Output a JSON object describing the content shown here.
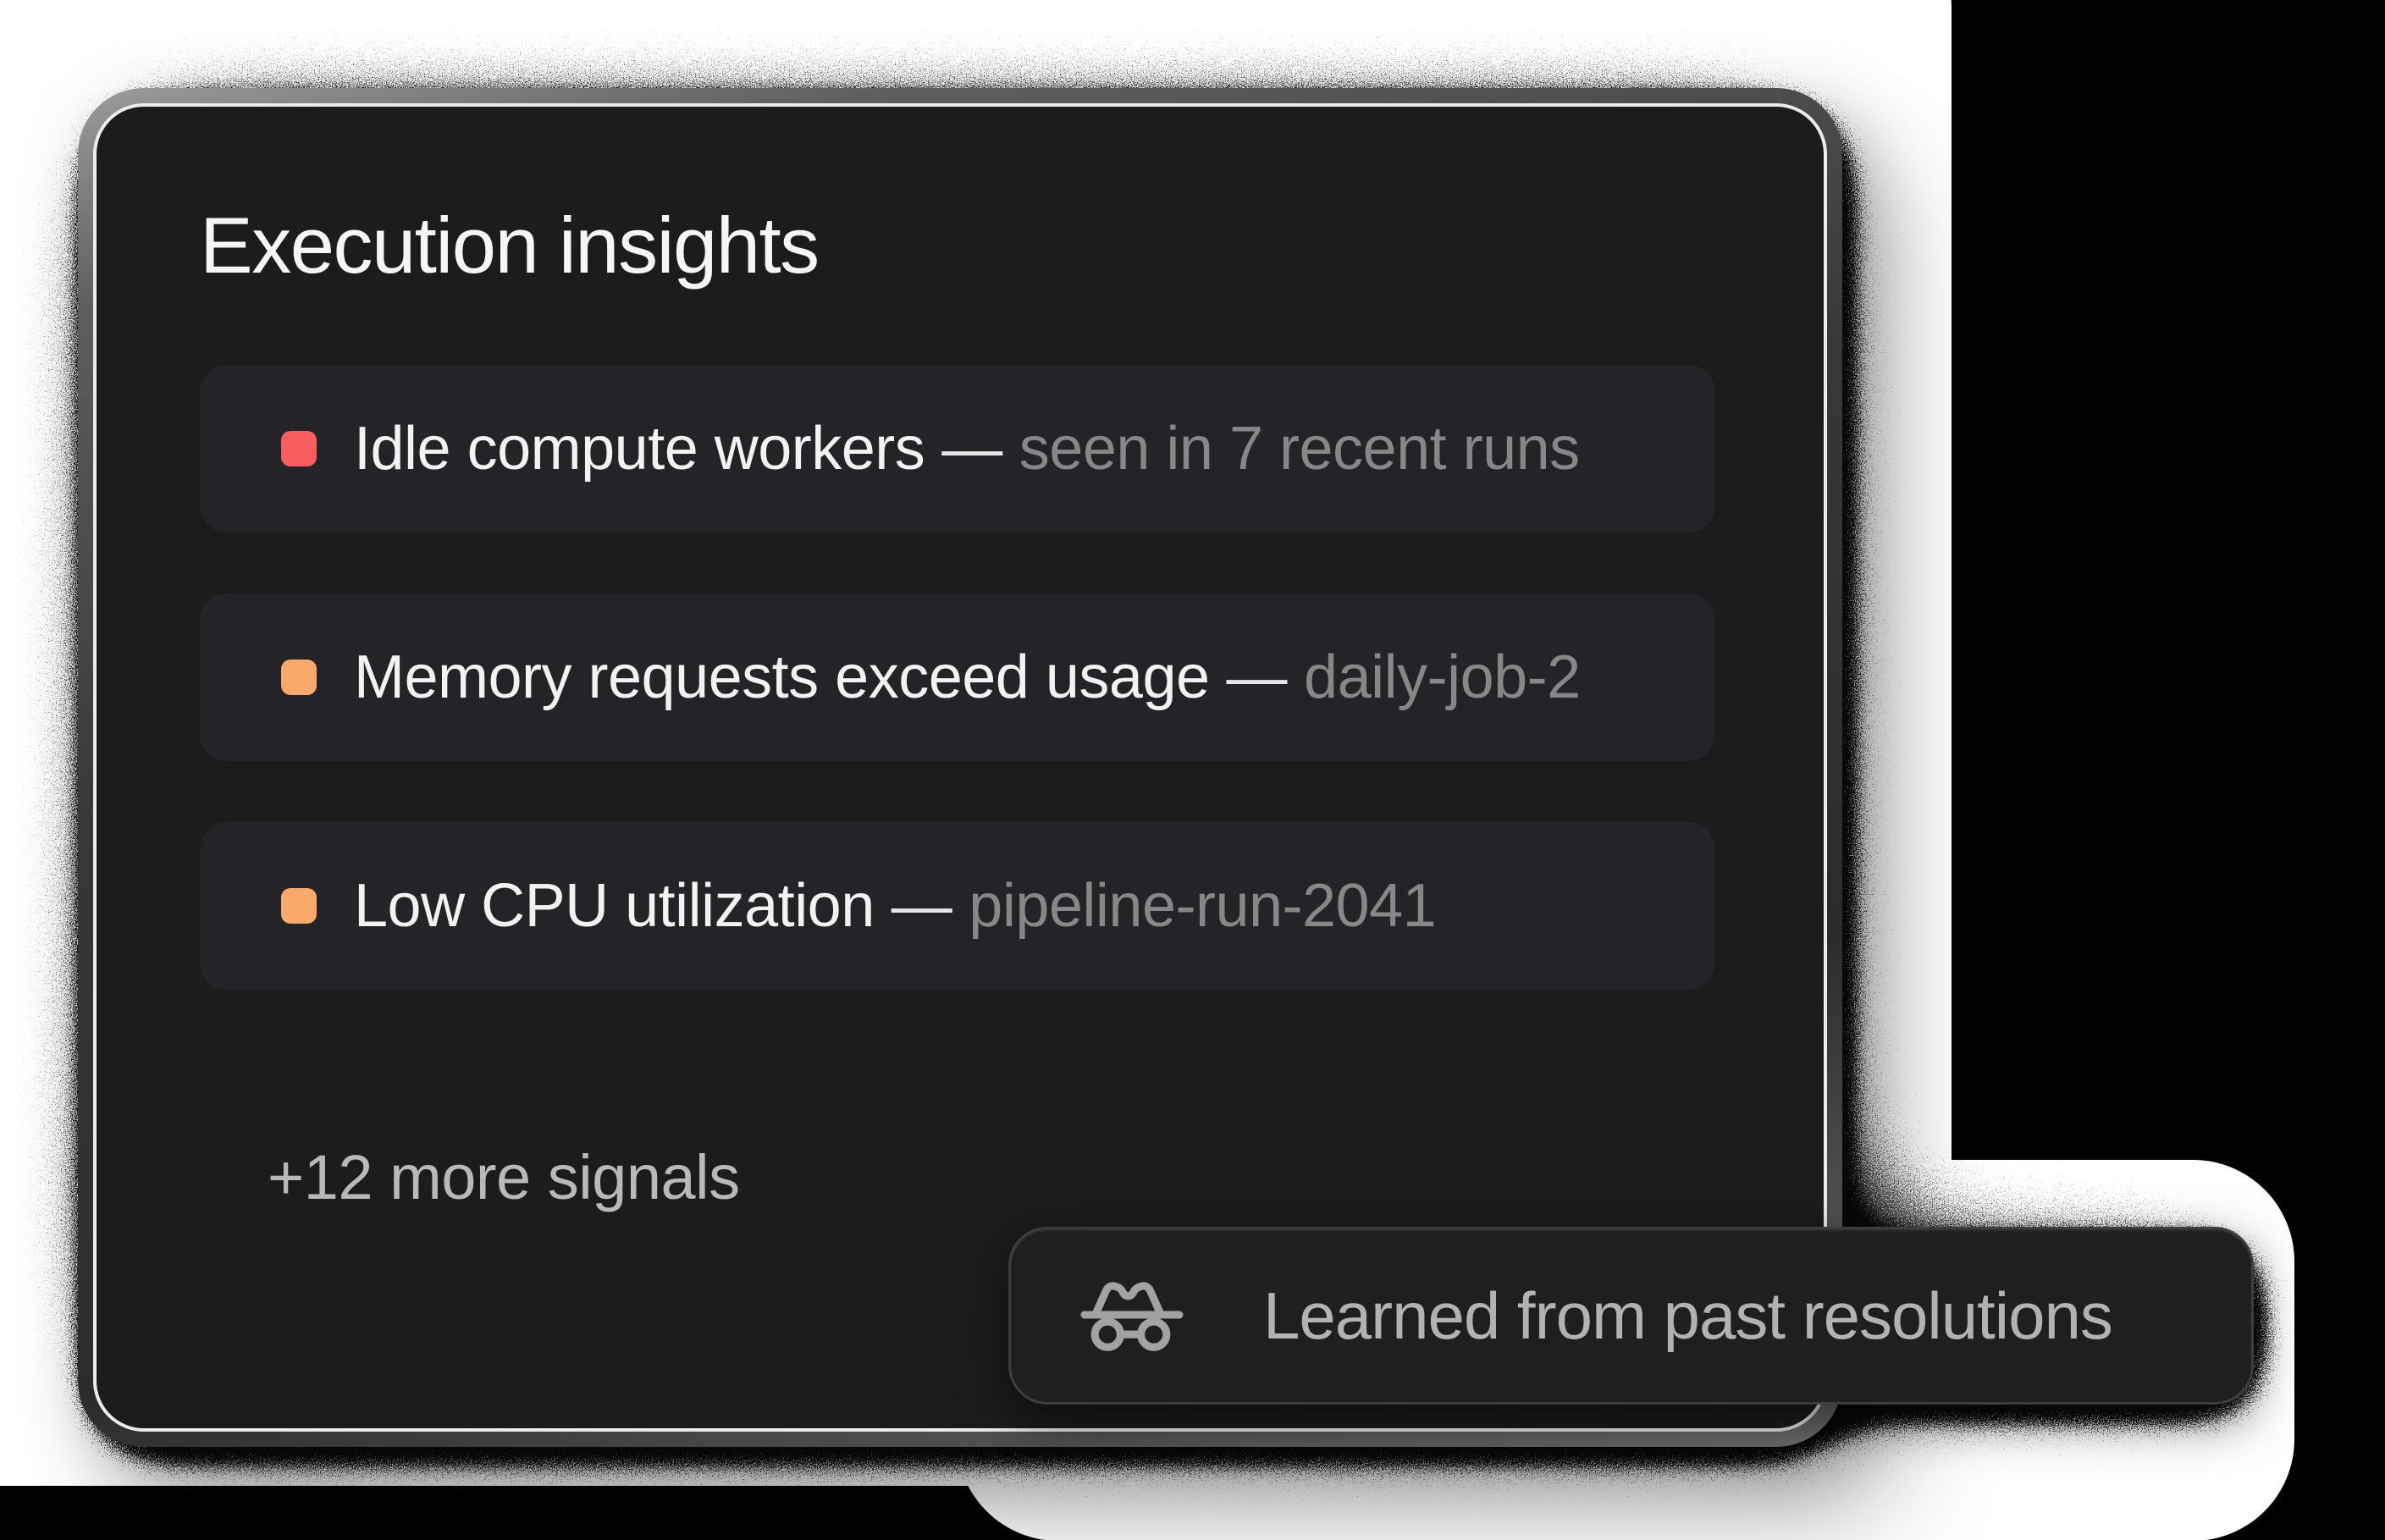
{
  "card": {
    "title": "Execution insights",
    "rows": [
      {
        "label": "Idle compute workers",
        "separator": "—",
        "detail": "seen in 7 recent runs",
        "color": "#f95d5d",
        "severity": "red"
      },
      {
        "label": "Memory requests exceed usage",
        "separator": "—",
        "detail": "daily-job-2",
        "color": "#f8a96b",
        "severity": "orange"
      },
      {
        "label": "Low CPU utilization",
        "separator": "—",
        "detail": "pipeline-run-2041",
        "color": "#f8a96b",
        "severity": "orange"
      }
    ],
    "more_signals": "+12 more signals"
  },
  "badge": {
    "label": "Learned from past resolutions",
    "icon": "incognito-icon"
  },
  "colors": {
    "page_background": "#000000",
    "backing_plate": "#ffffff",
    "card_background": "#1c1c1e",
    "row_background": "#242428",
    "red_swatch": "#f95d5d",
    "orange_swatch": "#f8a96b",
    "title_text": "#f5f5f6",
    "label_text": "#f2f2f3",
    "detail_text": "#87878a",
    "muted_text": "#b9b9bb",
    "badge_text": "#b2b2b5",
    "icon_stroke": "#a2a2a5"
  }
}
